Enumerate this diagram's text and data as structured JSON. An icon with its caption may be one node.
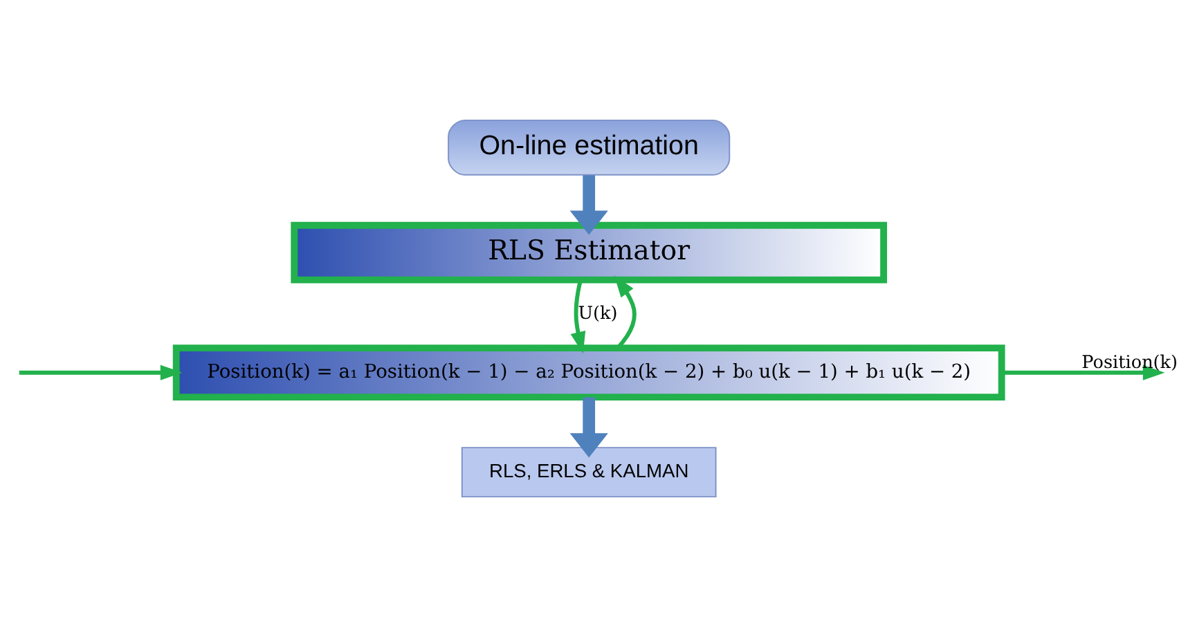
{
  "diagram": {
    "nodes": [
      {
        "text": [
          "On-line estimation"
        ]
      },
      {
        "text": [
          "RLS Estimator"
        ]
      },
      {
        "text": [
          "Position(k) = a₁ Position(k − 1) − a₂ Position(k − 2) + b₀ u(k − 1) + b₁ u(k − 2)"
        ]
      },
      {
        "text": [
          "RLS, ERLS & KALMAN"
        ]
      }
    ],
    "edges": [
      {
        "from": 0,
        "to": 1,
        "arrow": "to",
        "style": "thick",
        "color": "#4f81bd"
      },
      {
        "from": 1,
        "to": 2,
        "arrow": "to",
        "label": "U(k)"
      },
      {
        "from": null,
        "to": 2,
        "arrow": "to"
      },
      {
        "from": 2,
        "to": null,
        "arrow": "to",
        "label": "Position(k)"
      },
      {
        "from": 2,
        "to": 1,
        "arrow": "to"
      },
      {
        "from": 2,
        "to": 3,
        "arrow": "to",
        "style": "thick",
        "color": "#4f81bd"
      }
    ]
  }
}
